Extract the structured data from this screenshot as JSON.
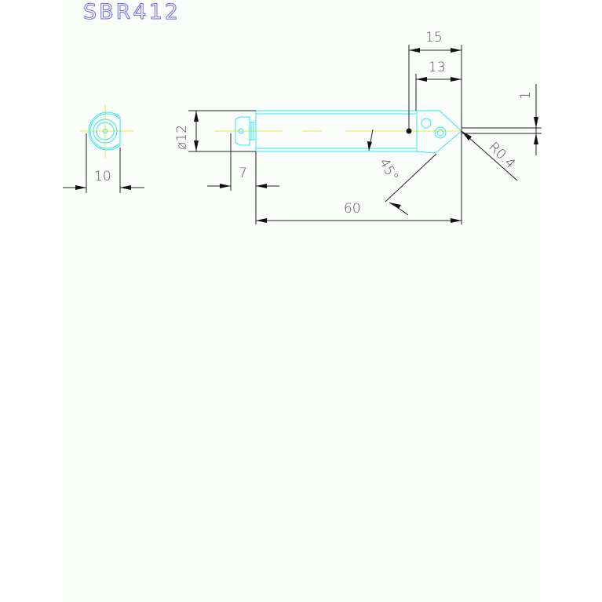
{
  "title": "SBR412",
  "dimensions": {
    "width_end_view": "10",
    "diameter": "ø12",
    "offset": "7",
    "overall_length": "60",
    "head_15": "15",
    "head_13": "13",
    "height_offset": "1",
    "corner_radius": "R0.4",
    "angle": "45°"
  },
  "colors": {
    "outline": "#33e6f0",
    "centerline": "#ecec30",
    "dimension": "#222222",
    "title": "#6b6bf0"
  }
}
